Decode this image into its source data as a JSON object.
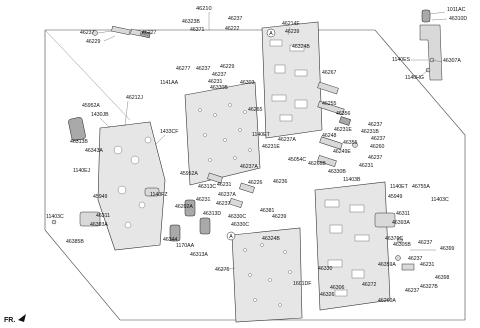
{
  "title_part": "46210",
  "fr_label": "FR.",
  "callout_a": "A",
  "labels": {
    "l46237a": "46237",
    "l46229a": "46229",
    "l46227a": "46227",
    "l46323b": "46323B",
    "l46237b": "46237",
    "l46371": "46371",
    "l46222": "46222",
    "l46277": "46277",
    "l46237c": "46237",
    "l46229b": "46229",
    "l46237d": "46237",
    "l46231a": "46231",
    "l46303": "46303",
    "l46330b_a": "46330B",
    "l1141aa": "1141AA",
    "l46212j": "46212J",
    "l45952a_a": "45952A",
    "l1430jb": "1430JB",
    "l1433cf": "1433CF",
    "l46313b": "46313B",
    "l46343a": "46343A",
    "l1140ej": "1140EJ",
    "l45949a": "45949",
    "l1140fz": "1140FZ",
    "l11403c_a": "11403C",
    "l46311a": "46311",
    "l46393a_a": "46393A",
    "l46385b": "46385B",
    "l46214f": "46214F",
    "l46239": "46239",
    "l46324b_a": "46324B",
    "l46267": "46267",
    "l46265": "46265",
    "l46255": "46255",
    "l46356": "46356",
    "l46237e": "46237",
    "l46231b_a": "46231B",
    "l46237f": "46237",
    "l46260": "46260",
    "l1140et_a": "1140ET",
    "l46231e_a": "46231E",
    "l46248": "46248",
    "l46355": "46355",
    "l46237a2": "46237A",
    "l46231e_b": "46231E",
    "l46249e": "46249E",
    "l46237g": "46237",
    "l46231c": "46231",
    "l45054c": "45054C",
    "l46266b": "46266B",
    "l46330b_b": "46330B",
    "l46403b": "11403B",
    "l45952a_b": "45952A",
    "l46313c": "46313C",
    "l46231d": "46231",
    "l46226": "46226",
    "l46236": "46236",
    "l46237a3": "46237A",
    "l46202a": "46202A",
    "l46231f": "46231",
    "l46313d": "46313D",
    "l46237a4": "46237A",
    "l46237h": "46237",
    "l46381": "46381",
    "l46330c_a": "46330C",
    "l46330c_b": "46330C",
    "l46239b": "46239",
    "l46324b_b": "46324B",
    "l46344": "46344",
    "l1170aa": "1170AA",
    "l46313a": "46313A",
    "l46276": "46276",
    "l46330a": "46330",
    "l1601df": "1601DF",
    "l46306": "46306",
    "l46326": "46326",
    "l1140et_b": "1140ET",
    "l46755a": "46755A",
    "l45949b": "45949",
    "l11403c_b": "11403C",
    "l46311b": "46311",
    "l46393a_b": "46393A",
    "l46376c": "46376C",
    "l46305b": "46305B",
    "l46237i": "46237",
    "l46399": "46399",
    "l46359a": "46359A",
    "l46237j": "46237",
    "l46231g": "46231",
    "l46398": "46398",
    "l46327b": "46327B",
    "l46272": "46272",
    "l46260a": "46260A",
    "l46237k": "46237",
    "l1011ac": "1011AC",
    "l46310d": "46310D",
    "l1140es": "1140ES",
    "l46307a": "46307A",
    "l1140hg": "1140HG"
  }
}
